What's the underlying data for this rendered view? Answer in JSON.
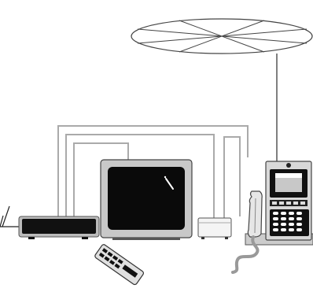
{
  "diagram": {
    "components": [
      "ceiling-antenna",
      "set-top-box",
      "television",
      "network-adapter",
      "videophone",
      "remote-control",
      "line-cord"
    ]
  }
}
